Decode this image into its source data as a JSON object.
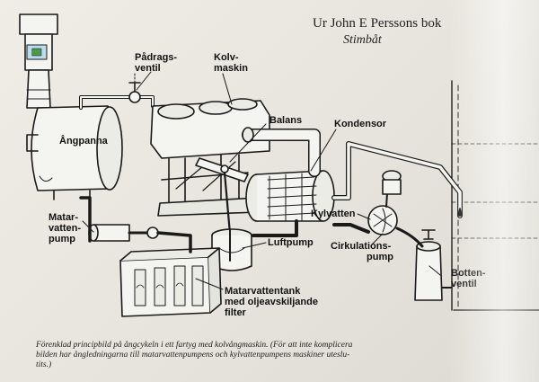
{
  "header": {
    "title": "Ur John E Perssons bok",
    "subtitle": "Stimbåt"
  },
  "labels": {
    "angpanna": "Ångpanna",
    "padrags_line1": "Pådrags-",
    "padrags_line2": "ventil",
    "kolv_line1": "Kolv-",
    "kolv_line2": "maskin",
    "balans": "Balans",
    "kondensor": "Kondensor",
    "matar_line1": "Matar-",
    "matar_line2": "vatten-",
    "matar_line3": "pump",
    "kylvatten": "Kylvatten",
    "cirk_line1": "Cirkulations-",
    "cirk_line2": "pump",
    "luftpump": "Luftpump",
    "botten_line1": "Botten-",
    "botten_line2": "ventil",
    "tank_line1": "Matarvattentank",
    "tank_line2": "med oljeavskiljande",
    "tank_line3": "filter"
  },
  "caption": {
    "line1": "Förenklad principbild på ångcykeln i ett fartyg med kolvångmaskin. (För att inte komplicera",
    "line2": "bilden har ångledningarna till matarvattenpumpens och kylvattenpumpens maskiner uteslu-",
    "line3": "tits.)"
  }
}
